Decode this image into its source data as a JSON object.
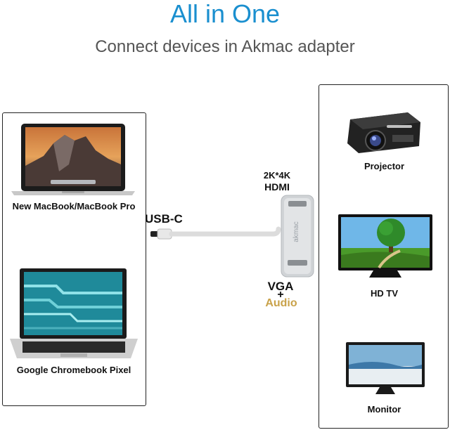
{
  "header": {
    "title": "All in One",
    "subtitle": "Connect devices in Akmac adapter"
  },
  "left_devices": [
    {
      "label": "New MacBook/MacBook Pro",
      "icon": "laptop-icon"
    },
    {
      "label": "Google Chromebook Pixel",
      "icon": "chromebook-icon"
    }
  ],
  "right_devices": [
    {
      "label": "Projector",
      "icon": "projector-icon"
    },
    {
      "label": "HD TV",
      "icon": "tv-icon"
    },
    {
      "label": "Monitor",
      "icon": "monitor-icon"
    }
  ],
  "adapter": {
    "usb_label": "USB-C",
    "hdmi_res": "2K*4K",
    "hdmi_label": "HDMI",
    "vga_label": "VGA",
    "plus": "+",
    "audio_label": "Audio"
  },
  "colors": {
    "title": "#1a8fcf",
    "audio": "#c9a24a"
  }
}
